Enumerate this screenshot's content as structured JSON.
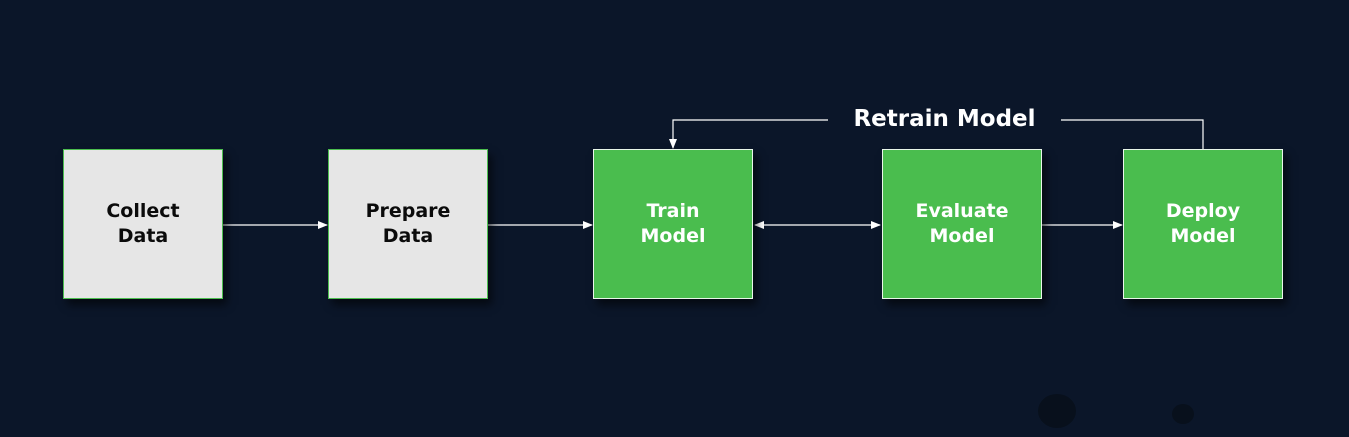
{
  "diagram": {
    "nodes": [
      {
        "label": "Collect\nData",
        "style": "grey"
      },
      {
        "label": "Prepare\nData",
        "style": "grey"
      },
      {
        "label": "Train\nModel",
        "style": "green"
      },
      {
        "label": "Evaluate\nModel",
        "style": "green"
      },
      {
        "label": "Deploy\nModel",
        "style": "green"
      }
    ],
    "loop_label": "Retrain Model",
    "colors": {
      "background": "#0b1629",
      "grey_node": "#e6e6e6",
      "green_node": "#4abd4e",
      "edge": "#ffffff"
    }
  }
}
